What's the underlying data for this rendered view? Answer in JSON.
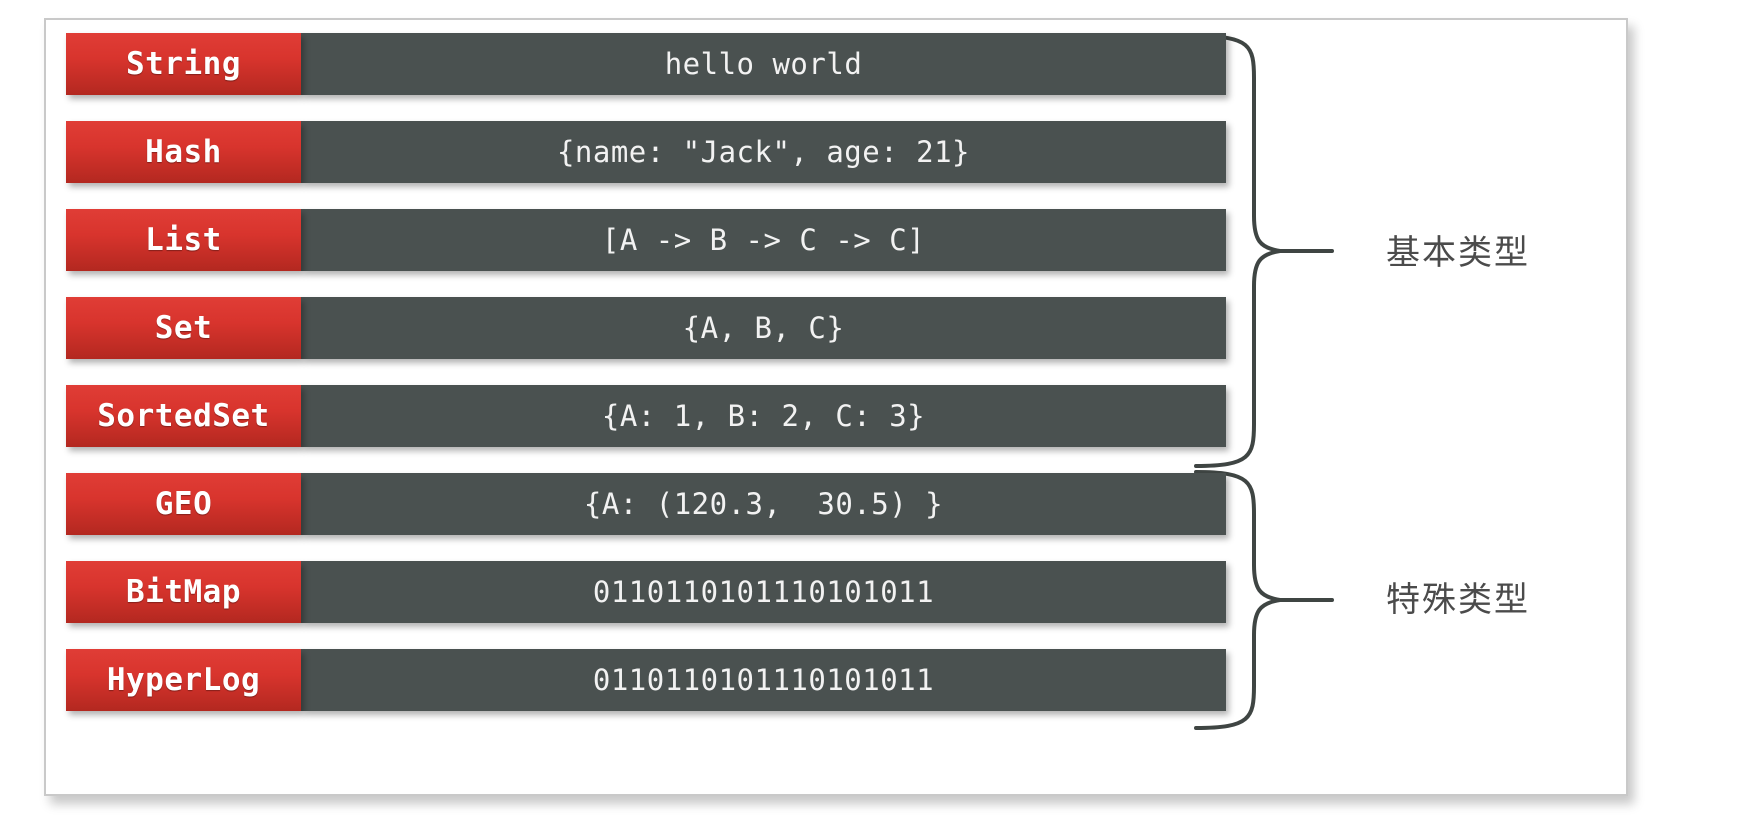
{
  "diagram": {
    "title_text": "",
    "rows": [
      {
        "type": "String",
        "value": "hello world"
      },
      {
        "type": "Hash",
        "value": "{name: \"Jack\", age: 21}"
      },
      {
        "type": "List",
        "value": "[A -> B -> C -> C]"
      },
      {
        "type": "Set",
        "value": "{A, B, C}"
      },
      {
        "type": "SortedSet",
        "value": "{A: 1, B: 2, C: 3}"
      },
      {
        "type": "GEO",
        "value": "{A: (120.3,  30.5) }"
      },
      {
        "type": "BitMap",
        "value": "0110110101110101011"
      },
      {
        "type": "HyperLog",
        "value": "0110110101110101011"
      }
    ],
    "groups": [
      {
        "label": "基本类型",
        "rows": [
          0,
          1,
          2,
          3,
          4
        ]
      },
      {
        "label": "特殊类型",
        "rows": [
          5,
          6,
          7
        ]
      }
    ],
    "colors": {
      "label_red_top": "#e03d36",
      "label_red_bottom": "#b32820",
      "value_gray": "#4a5150",
      "card_background": "#ffffff",
      "card_border": "#c9c9c9",
      "brace_stroke": "#3f4543",
      "group_label_text": "#4b4b4b",
      "value_text": "#f2f2f2",
      "label_text": "#ffffff"
    }
  }
}
